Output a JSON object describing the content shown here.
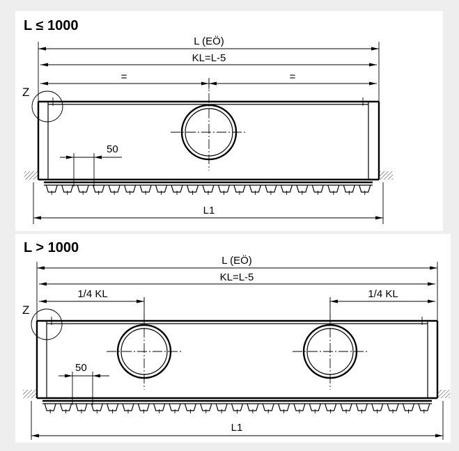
{
  "panels": [
    {
      "title": "L ≤ 1000",
      "dim_total": "L (EÖ)",
      "dim_kl": "KL=L-5",
      "dim_left": "=",
      "dim_right": "=",
      "dim_spacing": "50",
      "dim_bottom": "L1",
      "detail_label": "Z"
    },
    {
      "title": "L > 1000",
      "dim_total": "L (EÖ)",
      "dim_kl": "KL=L-5",
      "dim_left": "1/4 KL",
      "dim_right": "1/4 KL",
      "dim_spacing": "50",
      "dim_bottom": "L1",
      "detail_label": "Z"
    }
  ],
  "colors": {
    "background": "#eeeeee",
    "panel": "#ffffff",
    "line": "#000000"
  }
}
